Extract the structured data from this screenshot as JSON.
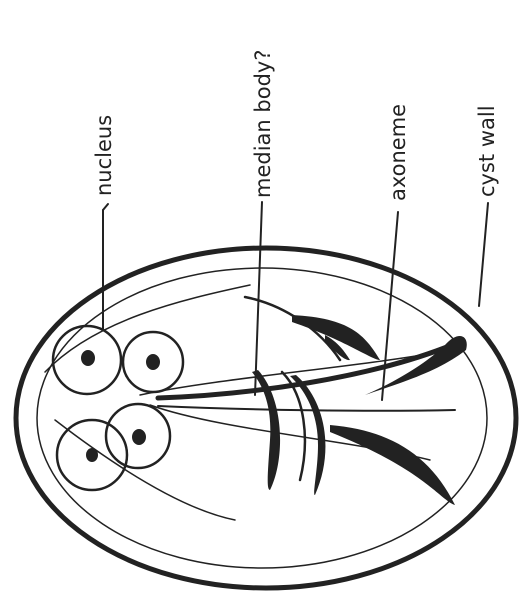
{
  "labels": {
    "nucleus": "nucleus",
    "median_body": "median body?",
    "axoneme": "axoneme",
    "cyst_wall": "cyst wall"
  },
  "colors": {
    "ink": "#222222",
    "background": "#ffffff"
  }
}
